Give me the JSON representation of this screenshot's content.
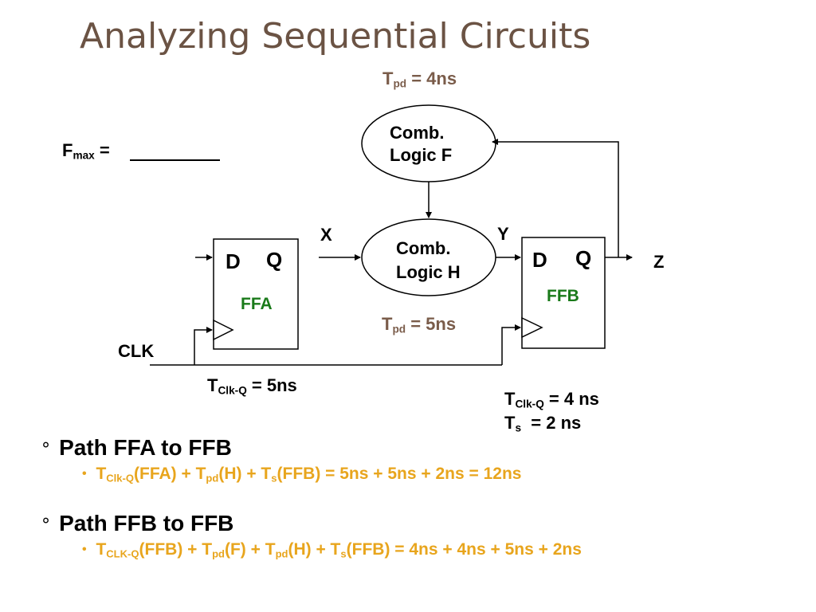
{
  "slide": {
    "title": "Analyzing Sequential Circuits"
  },
  "diagram": {
    "tpd_f": {
      "T": "T",
      "sub": "pd",
      "rest": " = 4ns"
    },
    "comb_f": {
      "line1": "Comb.",
      "line2": "Logic F"
    },
    "comb_h": {
      "line1": "Comb.",
      "line2": "Logic H"
    },
    "tpd_h": {
      "T": "T",
      "sub": "pd",
      "rest": " = 5ns"
    },
    "fmax": {
      "F": "F",
      "sub": "max",
      "rest": " = "
    },
    "x_label": "X",
    "y_label": "Y",
    "z_label": "Z",
    "clk_label": "CLK",
    "ffa": {
      "d": "D",
      "q": "Q",
      "name": "FFA"
    },
    "ffb": {
      "d": "D",
      "q": "Q",
      "name": "FFB"
    },
    "ffa_tclkq": {
      "T": "T",
      "sub": "Clk-Q",
      "rest": " = 5ns"
    },
    "ffb_tclkq": {
      "T": "T",
      "sub": "Clk-Q",
      "rest": " = 4 ns"
    },
    "ffb_ts": {
      "T": "T",
      "sub": "s",
      "rest": "  = 2 ns"
    }
  },
  "bullets": [
    {
      "marker": "°",
      "heading": "Path FFA to FFB",
      "sub_marker": "•",
      "formula": [
        {
          "t": "T"
        },
        {
          "s": "Clk-Q"
        },
        {
          "t": "(FFA) + T"
        },
        {
          "s": "pd"
        },
        {
          "t": "(H) + T"
        },
        {
          "s": "s"
        },
        {
          "t": "(FFB) = 5ns + 5ns + 2ns = 12ns"
        }
      ]
    },
    {
      "marker": "°",
      "heading": "Path FFB to FFB",
      "sub_marker": "•",
      "formula": [
        {
          "t": "T"
        },
        {
          "s": "CLK-Q"
        },
        {
          "t": "(FFB) + T"
        },
        {
          "s": "pd"
        },
        {
          "t": "(F) + T"
        },
        {
          "s": "pd"
        },
        {
          "t": "(H) + T"
        },
        {
          "s": "s"
        },
        {
          "t": "(FFB) = 4ns + 4ns + 5ns + 2ns"
        }
      ]
    }
  ],
  "colors": {
    "title": "#6b5344",
    "timing_brown": "#7a5c4a",
    "ff_name_green": "#1a7a1a",
    "formula_gold": "#e8a51d"
  }
}
